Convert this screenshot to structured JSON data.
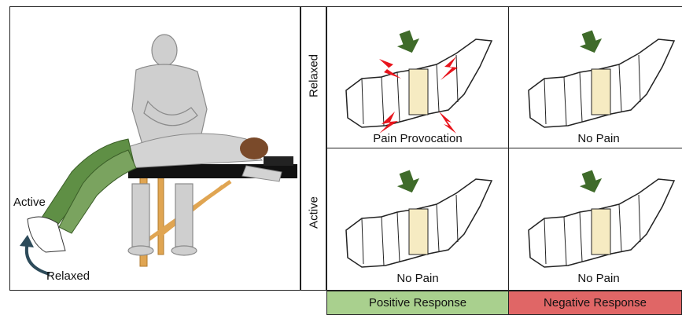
{
  "left_panel": {
    "active_label": "Active",
    "relaxed_label": "Relaxed"
  },
  "rows": [
    {
      "label": "Relaxed"
    },
    {
      "label": "Active"
    }
  ],
  "cells": {
    "relaxed_positive": "Pain Provocation",
    "relaxed_negative": "No Pain",
    "active_positive": "No Pain",
    "active_negative": "No Pain"
  },
  "responses": {
    "positive": "Positive Response",
    "negative": "Negative Response"
  },
  "colors": {
    "positive_fill": "#a9d08e",
    "negative_fill": "#e06666",
    "arrow": "#3f6b2a",
    "pain": "#e8141c",
    "highlight_vertebra": "#f6ebc2",
    "leg": "#5f8f45"
  }
}
